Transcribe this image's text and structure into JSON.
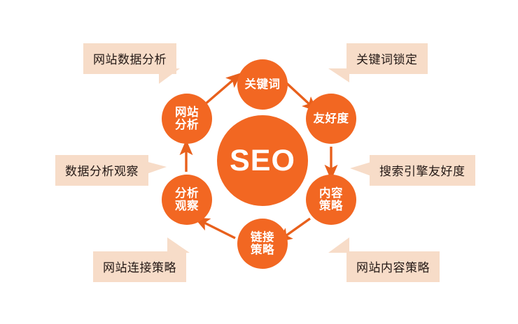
{
  "diagram": {
    "title": "SEO",
    "center": {
      "label": "SEO"
    },
    "colors": {
      "node_orange": "#F26722",
      "callout_peach": "#F7DCC8",
      "arrow_orange": "#E8601C",
      "text_dark": "#231815",
      "background": "#FFFFFF"
    },
    "nodes": [
      {
        "id": "keyword",
        "label": "关键词",
        "lines": [
          "关键词"
        ]
      },
      {
        "id": "friendliness",
        "label": "友好度",
        "lines": [
          "友好度"
        ]
      },
      {
        "id": "content",
        "label": "内容策略",
        "lines": [
          "内容",
          "策略"
        ]
      },
      {
        "id": "link",
        "label": "链接策略",
        "lines": [
          "链接",
          "策略"
        ]
      },
      {
        "id": "observation",
        "label": "分析观察",
        "lines": [
          "分析",
          "观察"
        ]
      },
      {
        "id": "siteanalysis",
        "label": "网站分析",
        "lines": [
          "网站",
          "分析"
        ]
      }
    ],
    "callouts": [
      {
        "id": "site-data",
        "label": "网站数据分析",
        "points_to": "siteanalysis"
      },
      {
        "id": "keyword-lock",
        "label": "关键词锁定",
        "points_to": "keyword"
      },
      {
        "id": "data-observe",
        "label": "数据分析观察",
        "points_to": "observation"
      },
      {
        "id": "se-friendly",
        "label": "搜索引擎友好度",
        "points_to": "friendliness"
      },
      {
        "id": "link-strategy",
        "label": "网站连接策略",
        "points_to": "link"
      },
      {
        "id": "content-strat",
        "label": "网站内容策略",
        "points_to": "content"
      }
    ],
    "flow": {
      "direction": "clockwise",
      "edges": [
        {
          "from": "siteanalysis",
          "to": "keyword"
        },
        {
          "from": "keyword",
          "to": "friendliness"
        },
        {
          "from": "friendliness",
          "to": "content"
        },
        {
          "from": "content",
          "to": "link"
        },
        {
          "from": "link",
          "to": "observation"
        },
        {
          "from": "observation",
          "to": "siteanalysis"
        }
      ]
    }
  }
}
